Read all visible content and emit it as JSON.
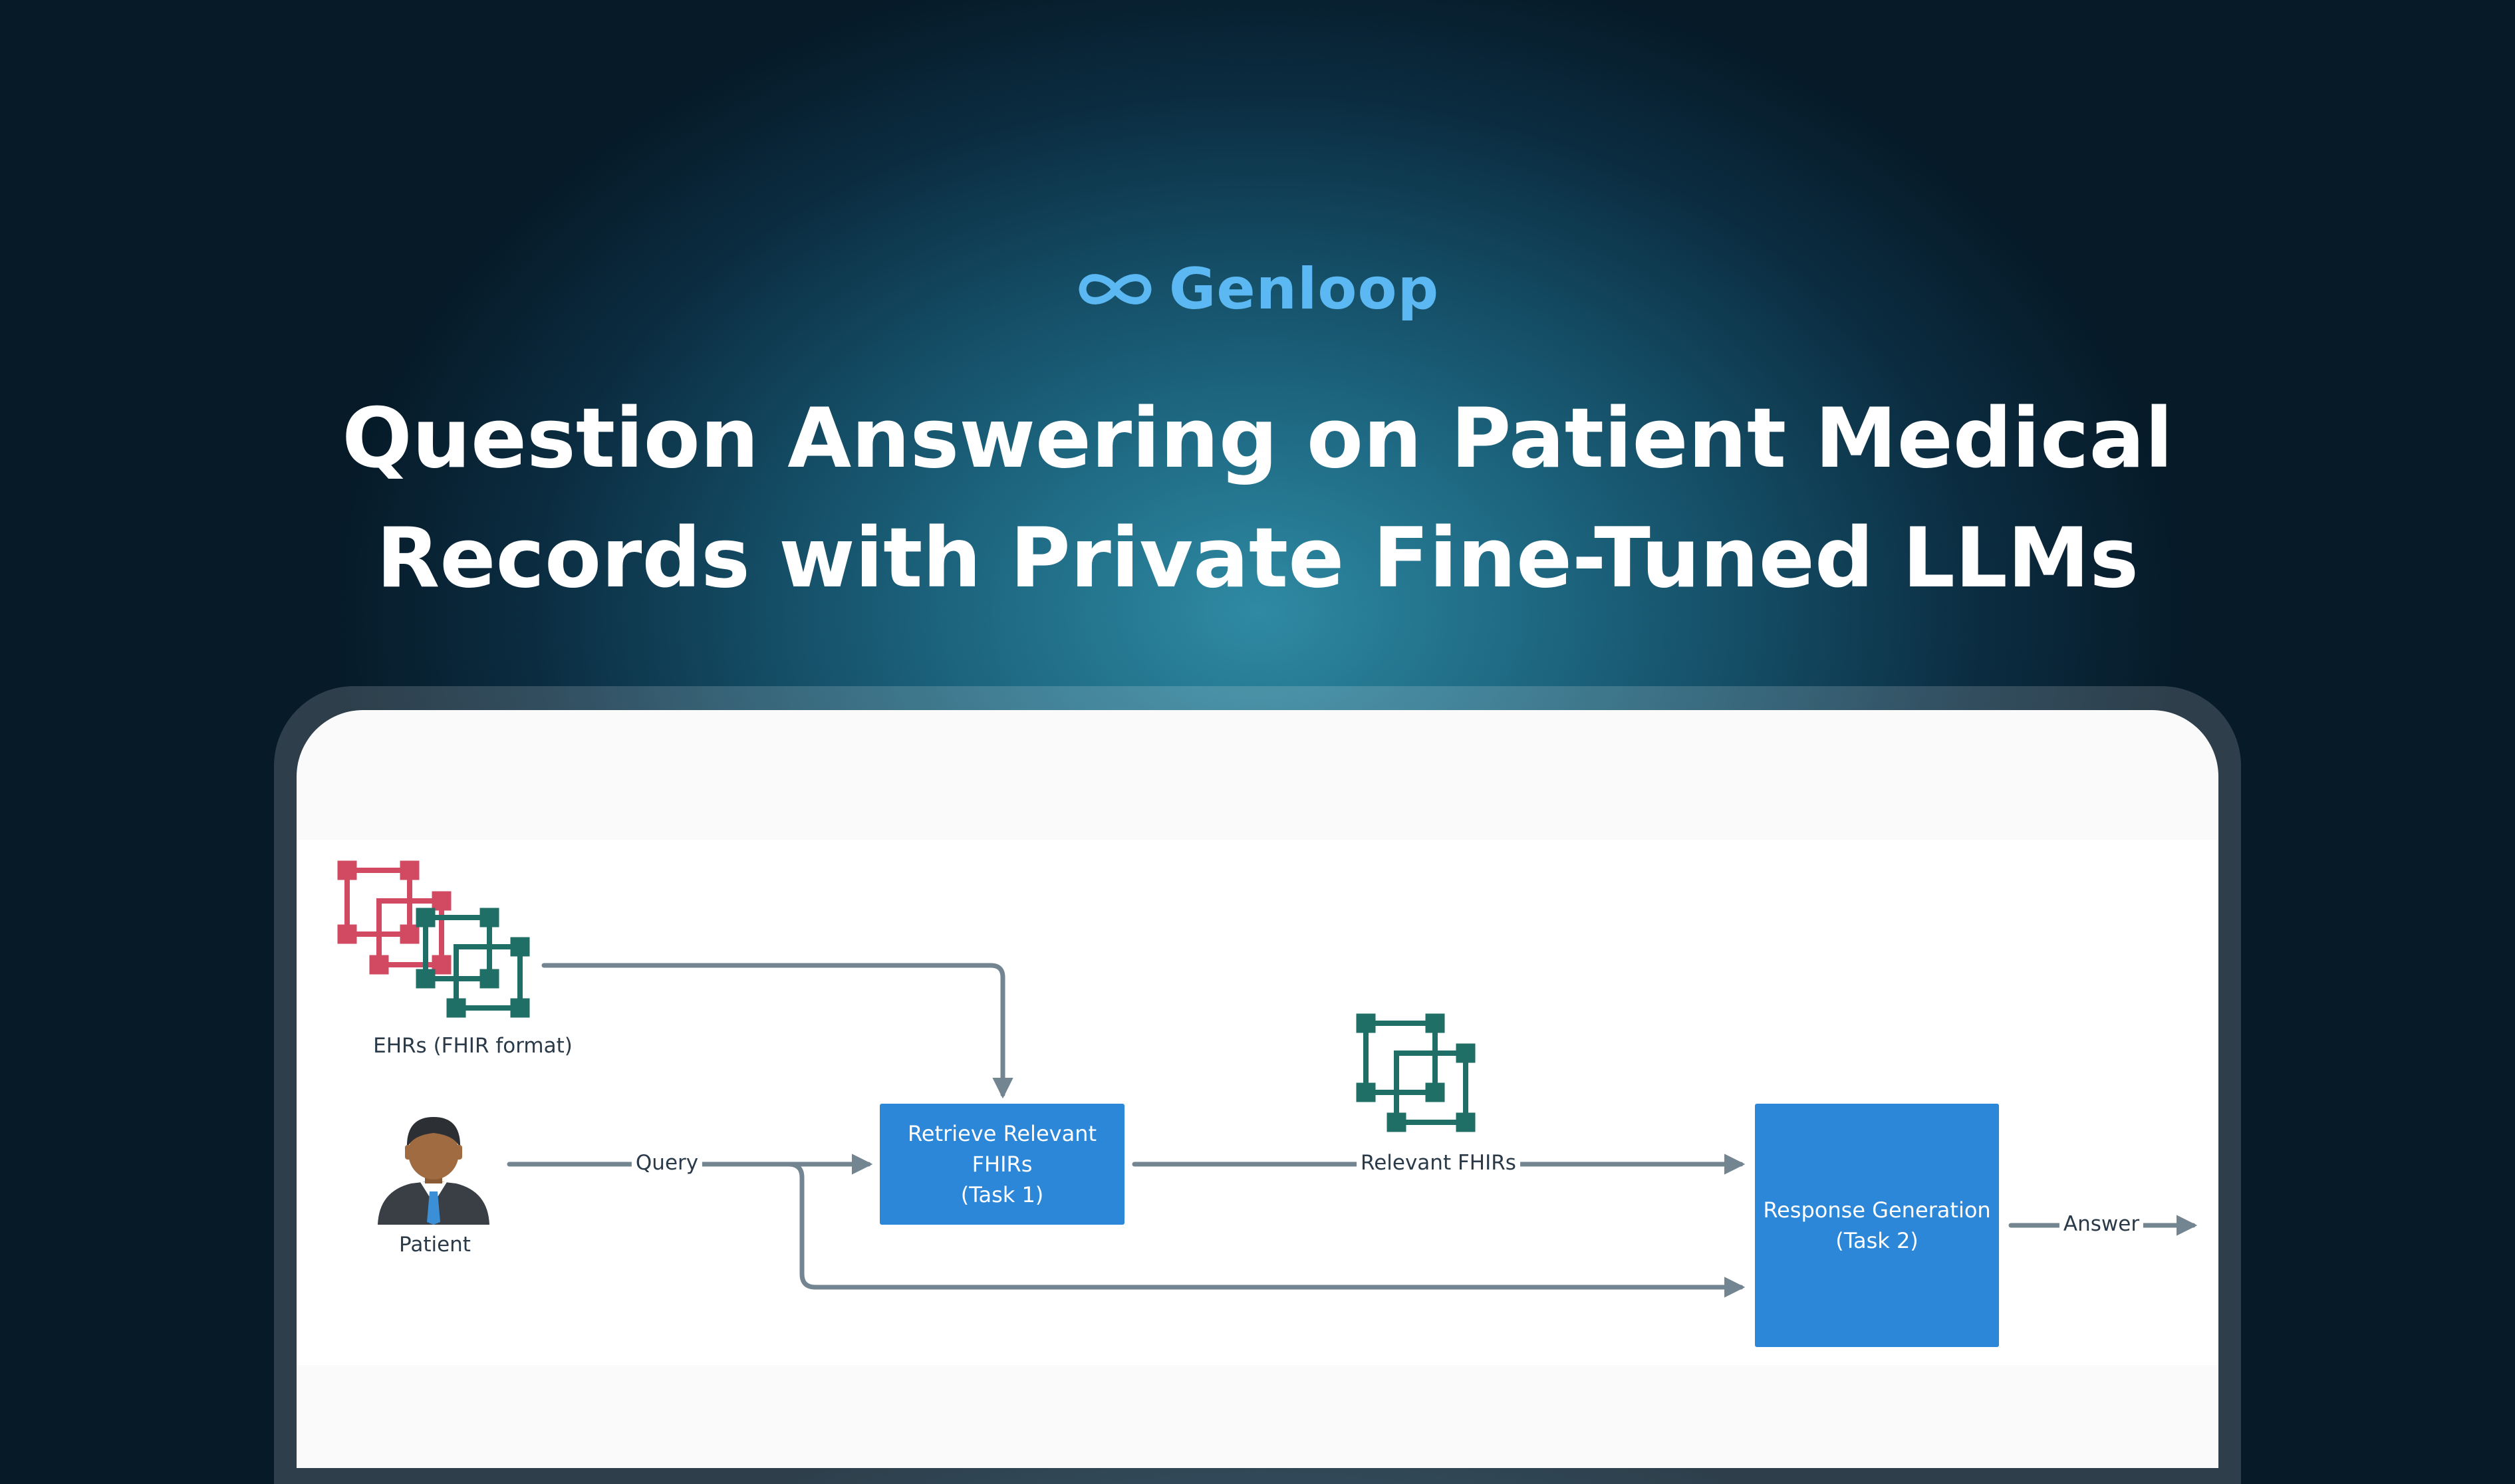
{
  "brand": {
    "name": "Genloop",
    "logo_icon": "infinity-loop-icon",
    "color": "#5cb8f2"
  },
  "headline": {
    "line1": "Question Answering on Patient Medical",
    "line2": "Records with Private Fine-Tuned LLMs"
  },
  "diagram": {
    "ehr_label": "EHRs (FHIR format)",
    "patient_label": "Patient",
    "query_label": "Query",
    "retrieve_box": {
      "line1": "Retrieve Relevant",
      "line2": "FHIRs",
      "line3": "(Task 1)"
    },
    "relevant_label": "Relevant FHIRs",
    "response_box": {
      "line1": "Response Generation",
      "line2": "(Task 2)"
    },
    "answer_label": "Answer",
    "colors": {
      "box": "#2d87d8",
      "arrow": "#738591",
      "ehr_red": "#d14a61",
      "fhir_teal": "#1f6f66"
    }
  }
}
